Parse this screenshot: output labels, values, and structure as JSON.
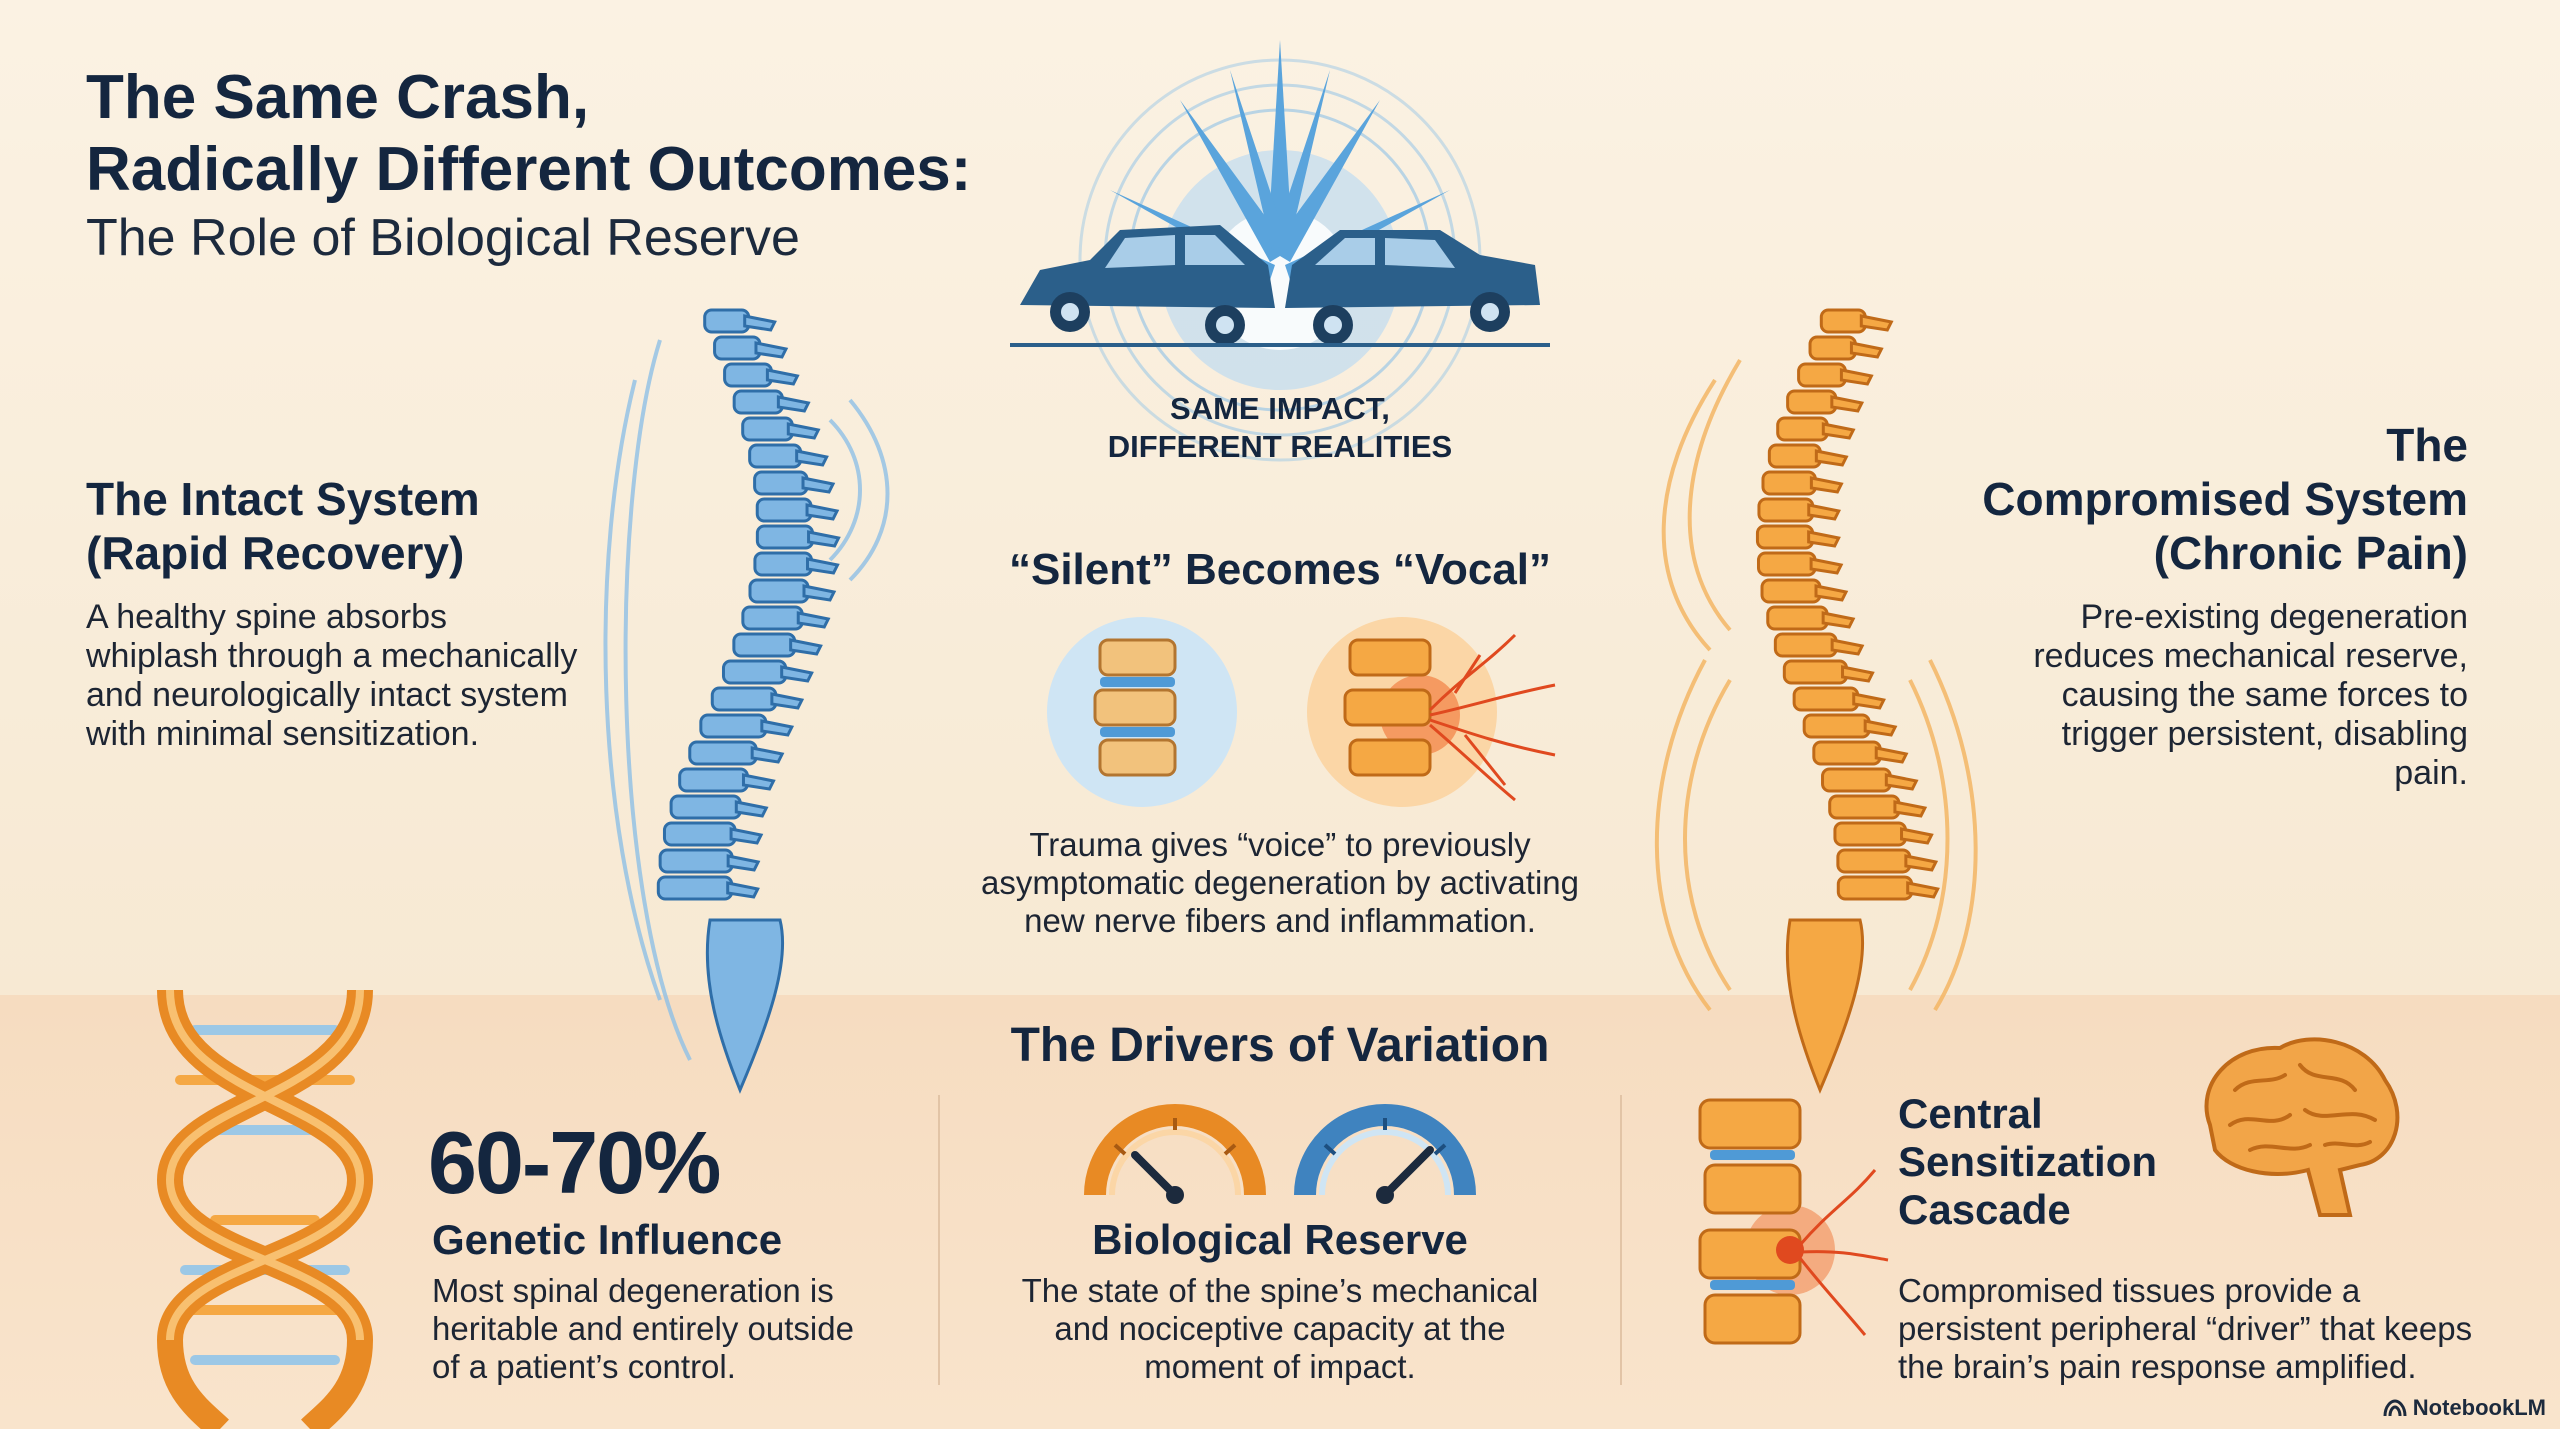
{
  "header": {
    "title_line1": "The Same Crash,",
    "title_line2": "Radically Different Outcomes:",
    "subtitle": "The Role of Biological Reserve"
  },
  "intact": {
    "heading_line1": "The Intact System",
    "heading_line2": "(Rapid Recovery)",
    "body_lines": [
      "A healthy spine absorbs",
      "whiplash through a mechanically",
      "and neurologically intact system",
      "with minimal sensitization."
    ]
  },
  "compromised": {
    "heading_line1": "The",
    "heading_line2": "Compromised System",
    "heading_line3": "(Chronic Pain)",
    "body_lines": [
      "Pre-existing degeneration",
      "reduces mechanical reserve,",
      "causing the same forces to",
      "trigger persistent, disabling",
      "pain."
    ]
  },
  "impact": {
    "line1": "SAME IMPACT,",
    "line2": "DIFFERENT REALITIES"
  },
  "silent": {
    "heading": "“Silent” Becomes “Vocal”",
    "body_lines": [
      "Trauma gives “voice” to previously",
      "asymptomatic degeneration by activating",
      "new nerve fibers and inflammation."
    ]
  },
  "drivers": {
    "heading": "The Drivers of Variation",
    "genetic": {
      "stat": "60-70%",
      "label": "Genetic Influence",
      "body_lines": [
        "Most spinal degeneration is",
        "heritable and entirely outside",
        "of a patient’s control."
      ]
    },
    "reserve": {
      "label": "Biological Reserve",
      "body_lines": [
        "The state of the spine’s mechanical",
        "and nociceptive capacity at the",
        "moment of impact."
      ]
    },
    "central": {
      "label_line1": "Central",
      "label_line2": "Sensitization",
      "label_line3": "Cascade",
      "body_lines": [
        "Compromised tissues provide a",
        "persistent peripheral “driver” that keeps",
        "the brain’s pain response amplified."
      ]
    }
  },
  "brand": {
    "name": "NotebookLM"
  },
  "colors": {
    "navy": "#14263f",
    "blue": "#4f9ad6",
    "orange": "#f0962e",
    "red": "#e0491f"
  },
  "icons": [
    "spine-icon",
    "car-crash-icon",
    "vertebra-icon",
    "dna-icon",
    "gauge-icon",
    "brain-icon"
  ]
}
